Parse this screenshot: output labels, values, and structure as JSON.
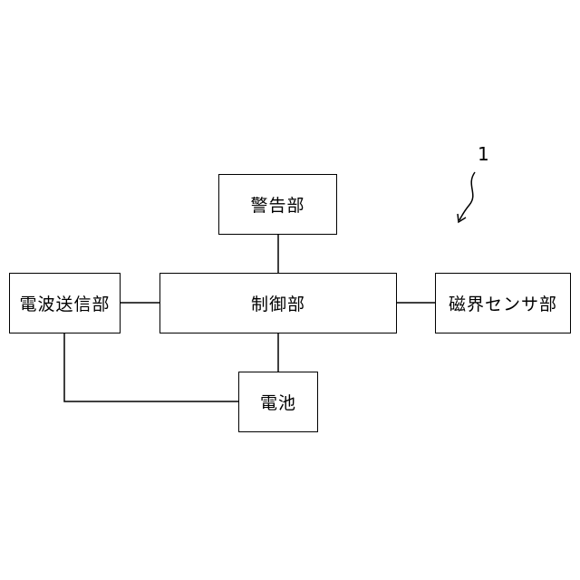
{
  "diagram": {
    "reference_numeral": "1",
    "blocks": {
      "warning": "警告部",
      "control": "制御部",
      "radio_transmitter": "電波送信部",
      "magnetic_sensor": "磁界センサ部",
      "battery": "電池"
    },
    "line_color": "#000000",
    "background_color": "#ffffff"
  }
}
